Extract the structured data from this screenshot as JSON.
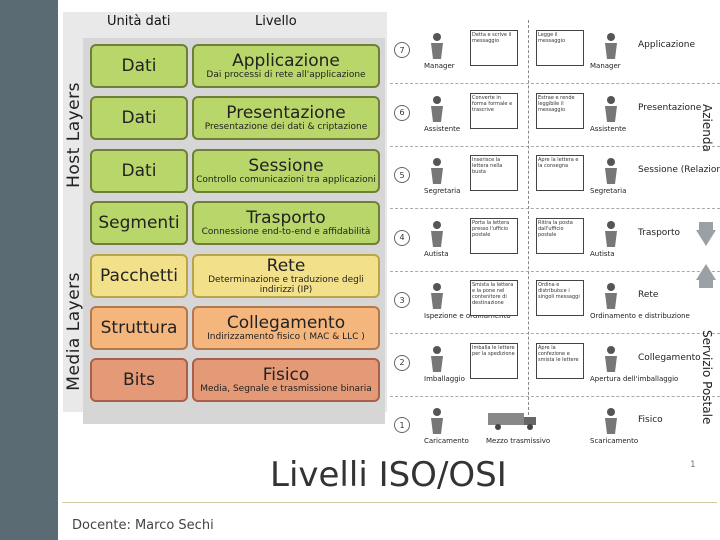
{
  "slide": {
    "title": "Livelli ISO/OSI",
    "page_number": "1",
    "footer": "Docente: Marco Sechi"
  },
  "osi": {
    "header_left": "Unità dati",
    "header_right": "Livello",
    "host_label": "Host Layers",
    "media_label": "Media Layers",
    "layers": [
      {
        "unit": "Dati",
        "name": "Applicazione",
        "desc": "Dai processi di rete all'applicazione",
        "color": "green"
      },
      {
        "unit": "Dati",
        "name": "Presentazione",
        "desc": "Presentazione dei dati & criptazione",
        "color": "green"
      },
      {
        "unit": "Dati",
        "name": "Sessione",
        "desc": "Controllo comunicazioni tra applicazioni",
        "color": "green"
      },
      {
        "unit": "Segmenti",
        "name": "Trasporto",
        "desc": "Connessione end-to-end e affidabilità",
        "color": "green"
      },
      {
        "unit": "Pacchetti",
        "name": "Rete",
        "desc": "Determinazione e traduzione degli indirizzi (IP)",
        "color": "yellow"
      },
      {
        "unit": "Struttura",
        "name": "Collegamento",
        "desc": "Indirizzamento fisico ( MAC & LLC )",
        "color": "orange"
      },
      {
        "unit": "Bits",
        "name": "Fisico",
        "desc": "Media, Segnale e trasmissione binaria",
        "color": "red"
      }
    ]
  },
  "postal": {
    "side_top": "Azienda",
    "side_bottom": "Servizio Postale",
    "rows": [
      {
        "num": "7",
        "left_label": "Manager",
        "box1": "Detta e scrive il messaggio",
        "box2": "Legge il messaggio",
        "right_label": "Manager",
        "layer": "Applicazione"
      },
      {
        "num": "6",
        "left_label": "Assistente",
        "box1": "Converte in forma formale e trascrive",
        "box2": "Estrae e rende leggibile il messaggio",
        "right_label": "Assistente",
        "layer": "Presentazione"
      },
      {
        "num": "5",
        "left_label": "Segretaria",
        "box1": "Inserisce la lettera nella busta",
        "box2": "Apre la lettera e la consegna",
        "right_label": "Segretaria",
        "layer": "Sessione (Relazione)"
      },
      {
        "num": "4",
        "left_label": "Autista",
        "box1": "Porta la lettera presso l'ufficio postale",
        "box2": "Ritira la posta dall'ufficio postale",
        "right_label": "Autista",
        "layer": "Trasporto"
      },
      {
        "num": "3",
        "left_label": "Ispezione e ordinamento",
        "box1": "Smista la lettera e la pone nel contenitore di destinazione",
        "box2": "Ordina e distribuisce i singoli messaggi",
        "right_label": "Ordinamento e distribuzione",
        "layer": "Rete"
      },
      {
        "num": "2",
        "left_label": "Imballaggio",
        "box1": "Imballa le lettere per la spedizione",
        "box2": "Apre la confezione e smista le lettere",
        "right_label": "Apertura dell'imballaggio",
        "layer": "Collegamento"
      },
      {
        "num": "1",
        "left_label": "Caricamento",
        "box1": "Mezzo trasmissivo",
        "box2": "",
        "right_label": "Scaricamento",
        "layer": "Fisico"
      }
    ]
  }
}
